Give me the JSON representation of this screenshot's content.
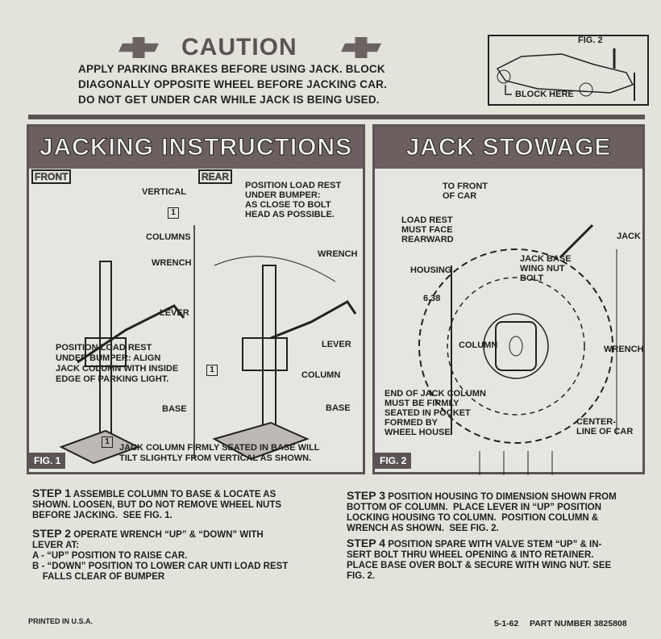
{
  "caution": {
    "title": "CAUTION",
    "text": "APPLY PARKING BRAKES BEFORE USING JACK. BLOCK\nDIAGONALLY OPPOSITE WHEEL BEFORE JACKING CAR.\nDO NOT GET UNDER CAR WHILE JACK IS BEING USED."
  },
  "inset": {
    "fig": "FIG. 2",
    "block_here": "BLOCK HERE"
  },
  "jacking": {
    "title": "JACKING INSTRUCTIONS",
    "front_tag": "FRONT",
    "rear_tag": "REAR",
    "front_labels": {
      "vertical": "VERTICAL",
      "box": "1",
      "columns": "COLUMNS",
      "wrench": "WRENCH",
      "lever": "LEVER",
      "note": "POSITION LOAD REST\nUNDER BUMPER: ALIGN\nJACK COLUMN WITH INSIDE\nEDGE OF PARKING LIGHT.",
      "base": "BASE"
    },
    "rear_labels": {
      "note": "POSITION LOAD REST\nUNDER BUMPER:\nAS CLOSE TO BOLT\nHEAD AS POSSIBLE.",
      "wrench": "WRENCH",
      "lever": "LEVER",
      "box": "1",
      "column": "COLUMN",
      "base": "BASE"
    },
    "footnote_box": "1",
    "footnote": "JACK COLUMN FIRMLY SEATED IN BASE WILL\nTILT SLIGHTLY FROM VERTICAL AS SHOWN.",
    "fig": "FIG. 1"
  },
  "stowage": {
    "title": "JACK STOWAGE",
    "labels": {
      "front": "TO FRONT\nOF CAR",
      "load_rest": "LOAD REST\nMUST FACE\nREARWARD",
      "jack": "JACK",
      "housing": "HOUSING",
      "wingnut": "JACK BASE\nWING NUT\nBOLT",
      "dim": "6.38",
      "column": "COLUMN",
      "wrench": "WRENCH",
      "end": "END OF JACK COLUMN\nMUST BE FIRMLY\nSEATED IN POCKET\nFORMED BY\nWHEEL HOUSE",
      "center": "CENTER-\nLINE OF CAR"
    },
    "fig": "FIG. 2"
  },
  "steps": [
    {
      "title": "STEP 1",
      "text": " ASSEMBLE COLUMN TO BASE & LOCATE AS\nSHOWN. LOOSEN, BUT DO NOT REMOVE WHEEL NUTS\nBEFORE JACKING.  SEE FIG. 1."
    },
    {
      "title": "STEP 2",
      "text": " OPERATE WRENCH “UP” & “DOWN” WITH\nLEVER AT:\nA - “UP” POSITION TO RAISE CAR.\nB - “DOWN” POSITION TO LOWER CAR UNTI LOAD REST\n    FALLS CLEAR OF BUMPER"
    },
    {
      "title": "STEP 3",
      "text": " POSITION HOUSING TO DIMENSION SHOWN FROM\nBOTTOM OF COLUMN.  PLACE LEVER IN “UP” POSITION\nLOCKING HOUSING TO COLUMN.  POSITION COLUMN &\nWRENCH AS SHOWN.  SEE FIG. 2."
    },
    {
      "title": "STEP 4",
      "text": " POSITION SPARE WITH VALVE STEM “UP” & IN-\nSERT BOLT THRU WHEEL OPENING & INTO RETAINER.\nPLACE BASE OVER BOLT & SECURE WITH WING NUT. SEE\nFIG. 2."
    }
  ],
  "footer": {
    "printed": "PRINTED IN U.S.A.",
    "date": "5-1-62",
    "part": "PART NUMBER 3825808"
  },
  "colors": {
    "ink": "#5c5454",
    "paper": "#e3e3dc"
  }
}
